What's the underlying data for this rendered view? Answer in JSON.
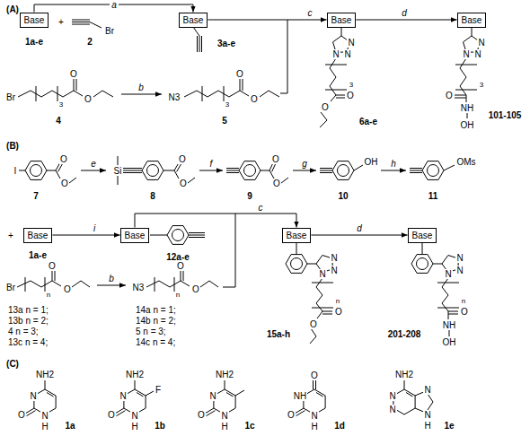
{
  "diagram": {
    "nodes": [
      {
        "text": [
          "Base"
        ]
      },
      {
        "text": [
          "Base"
        ]
      },
      {
        "text": [
          "Base"
        ]
      },
      {
        "text": [
          "Base"
        ]
      },
      {
        "text": [
          "Base"
        ]
      },
      {
        "text": [
          "Base"
        ]
      },
      {
        "text": [
          "Base"
        ]
      },
      {
        "text": [
          "Base"
        ]
      }
    ],
    "edges": [
      {
        "from": 0,
        "to": 1,
        "arrow": "to",
        "label": "a"
      },
      {
        "from": 1,
        "to": 2,
        "arrow": "to",
        "label": "c"
      },
      {
        "from": 2,
        "to": 3,
        "arrow": "to",
        "label": "d"
      },
      {
        "from": 4,
        "to": 5,
        "arrow": "to",
        "label": "i"
      },
      {
        "from": 5,
        "to": 6,
        "arrow": "to",
        "label": "c"
      },
      {
        "from": 6,
        "to": 7,
        "arrow": "to",
        "label": "d"
      }
    ],
    "labels": [
      "(A)",
      "+",
      "Br",
      "1a-e",
      "2",
      "3a-e",
      "Br",
      "O",
      "O",
      "3",
      "4",
      "b",
      "N3",
      "O",
      "O",
      "3",
      "5",
      "N",
      "N",
      "N",
      "3",
      "O",
      "O",
      "6a-e",
      "N",
      "N",
      "N",
      "3",
      "O",
      "NH",
      "OH",
      "101-105",
      "(B)",
      "I",
      "O",
      "O",
      "7",
      "e",
      "Si",
      "O",
      "O",
      "8",
      "f",
      "O",
      "O",
      "9",
      "g",
      "OH",
      "10",
      "h",
      "OMs",
      "11",
      "+",
      "1a-e",
      "12a-e",
      "N",
      "N",
      "N",
      "n",
      "O",
      "O",
      "15a-h",
      "N",
      "N",
      "N",
      "n",
      "O",
      "NH",
      "OH",
      "201-208",
      "Br",
      "O",
      "O",
      "n",
      "13a n = 1;",
      "13b n = 2;",
      "4 n = 3;",
      "13c n = 4;",
      "b",
      "N3",
      "O",
      "O",
      "n",
      "14a n = 1;",
      "14b n = 2;",
      "5 n = 3;",
      "14c n = 4;",
      "(C)",
      "NH2",
      "N",
      "O",
      "N",
      "H",
      "1a",
      "NH2",
      "F",
      "N",
      "O",
      "N",
      "H",
      "1b",
      "NH2",
      "N",
      "O",
      "N",
      "H",
      "1c",
      "O",
      "NH",
      "O",
      "N",
      "H",
      "1d",
      "NH2",
      "N",
      "N",
      "N",
      "N",
      "H",
      "1e"
    ]
  }
}
